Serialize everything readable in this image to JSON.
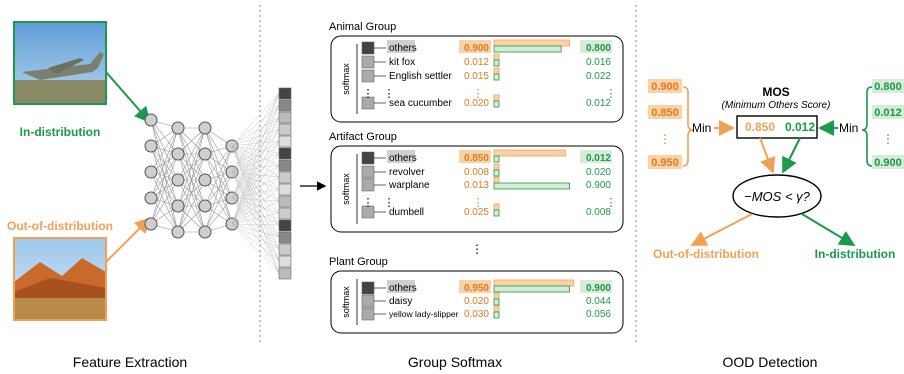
{
  "sections": {
    "feature_extraction": "Feature Extraction",
    "group_softmax": "Group Softmax",
    "ood_detection": "OOD Detection"
  },
  "inputs": {
    "in_label": "In-distribution",
    "out_label": "Out-of-distribution"
  },
  "softmax_label": "softmax",
  "groups": [
    {
      "title": "Animal Group",
      "rows": [
        {
          "label": "others",
          "orange": "0.900",
          "green": "0.800"
        },
        {
          "label": "kit fox",
          "orange": "0.012",
          "green": "0.016"
        },
        {
          "label": "English settler",
          "orange": "0.015",
          "green": "0.022"
        },
        {
          "label": "sea cucumber",
          "orange": "0.020",
          "green": "0.012"
        }
      ]
    },
    {
      "title": "Artifact Group",
      "rows": [
        {
          "label": "others",
          "orange": "0.850",
          "green": "0.012"
        },
        {
          "label": "revolver",
          "orange": "0.008",
          "green": "0.020"
        },
        {
          "label": "warplane",
          "orange": "0.013",
          "green": "0.900"
        },
        {
          "label": "dumbell",
          "orange": "0.025",
          "green": "0.008"
        }
      ]
    },
    {
      "title": "Plant Group",
      "rows": [
        {
          "label": "others",
          "orange": "0.950",
          "green": "0.900"
        },
        {
          "label": "daisy",
          "orange": "0.020",
          "green": "0.044"
        },
        {
          "label": "yellow lady-slipper",
          "orange": "0.030",
          "green": "0.056"
        }
      ]
    }
  ],
  "ood": {
    "mos_title": "MOS",
    "mos_subtitle": "(Minimum Others Score)",
    "min_label": "Min",
    "orange_values": [
      "0.900",
      "0.850",
      "0.950"
    ],
    "green_values": [
      "0.800",
      "0.012",
      "0.900"
    ],
    "orange_min": "0.850",
    "green_min": "0.012",
    "decision": "−MOS < γ?",
    "out_result": "Out-of-distribution",
    "in_result": "In-distribution"
  },
  "colors": {
    "green": "#1a9a4a",
    "orange": "#f2a055",
    "orange_fill": "#fbd2a8",
    "green_fill": "#d7ecd6"
  }
}
